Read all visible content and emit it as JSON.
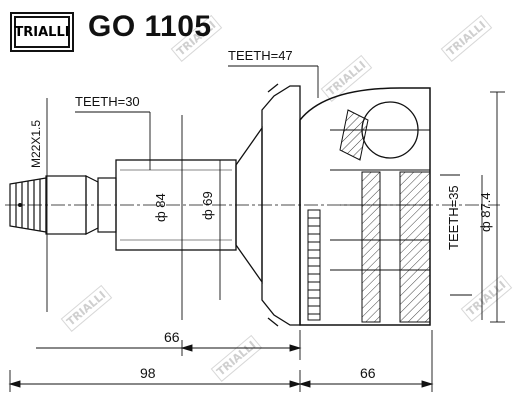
{
  "header": {
    "brand": "TRIALLI",
    "part_number": "GO 1105"
  },
  "labels": {
    "teeth_outer": "TEETH=47",
    "teeth_shaft": "TEETH=30",
    "teeth_inner": "TEETH=35",
    "thread": "M22X1.5",
    "dia_84": "ф 84",
    "dia_69": "ф 69",
    "dia_874": "ф 87.4"
  },
  "dimensions": {
    "shaft_length": "66",
    "overall_left": "98",
    "overall_right": "66"
  },
  "colors": {
    "line": "#111111",
    "watermark": "#cfcfcf"
  }
}
